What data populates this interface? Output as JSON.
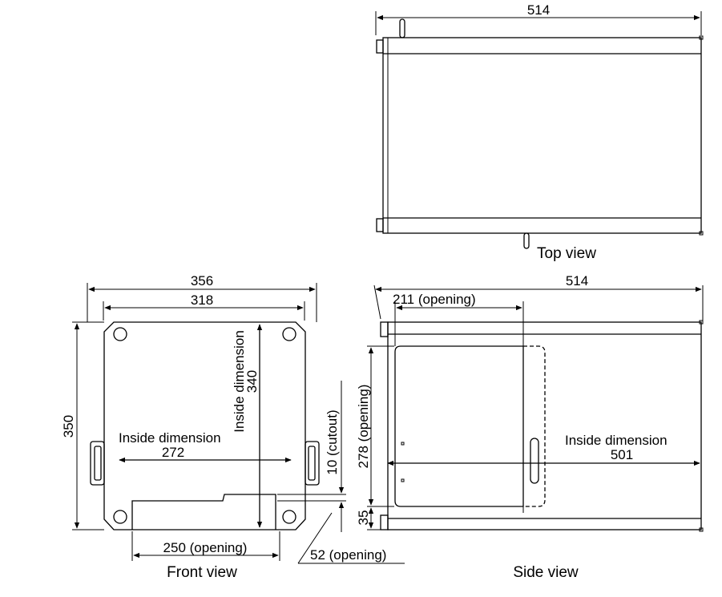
{
  "top_view": {
    "caption": "Top view",
    "width_dim": "514"
  },
  "front_view": {
    "caption": "Front view",
    "outer_width": "356",
    "inner_width": "318",
    "height": "350",
    "inside_height_label": "Inside dimension",
    "inside_height": "340",
    "inside_width_label": "Inside dimension",
    "inside_width": "272",
    "cutout": "10 (cutout)",
    "bottom_opening": "250 (opening)",
    "side_opening": "52 (opening)"
  },
  "side_view": {
    "caption": "Side view",
    "width_dim": "514",
    "opening_width": "211  (opening)",
    "opening_height": "278 (opening)",
    "bottom_offset": "35",
    "inside_depth_label": "Inside dimension",
    "inside_depth": "501"
  }
}
